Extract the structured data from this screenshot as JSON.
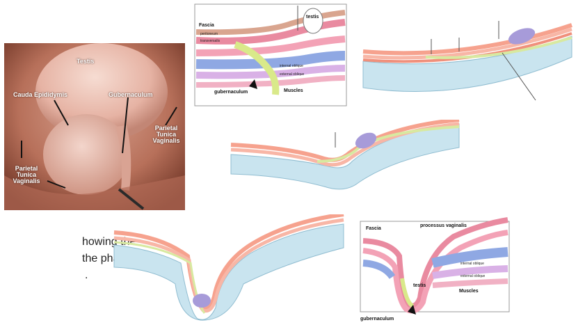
{
  "photo": {
    "labels": {
      "testis": "Testis",
      "cauda": "Cauda Epididymis",
      "gubernaculum": "Gubernaculum",
      "parietal_right": "Parietal Tunica Vaginalis",
      "parietal_left": "Parietal Tunica Vaginalis"
    }
  },
  "caption": {
    "line1": "howing the",
    "line2": "the phases",
    "line3": "."
  },
  "diagram_top_left": {
    "fascia": "Fascia",
    "testis": "testis",
    "gubernaculum": "gubernaculum",
    "muscles": "Muscles",
    "small_1": "peritoneum",
    "small_2": "transversalis",
    "small_3": "internal oblique",
    "small_4": "external oblique"
  },
  "diagram_bottom_right": {
    "fascia": "Fascia",
    "processus": "processus vaginalis",
    "testis": "testis",
    "muscles": "Muscles",
    "gubernaculum": "gubernaculum",
    "small_1": "internal oblique",
    "small_2": "external oblique"
  }
}
